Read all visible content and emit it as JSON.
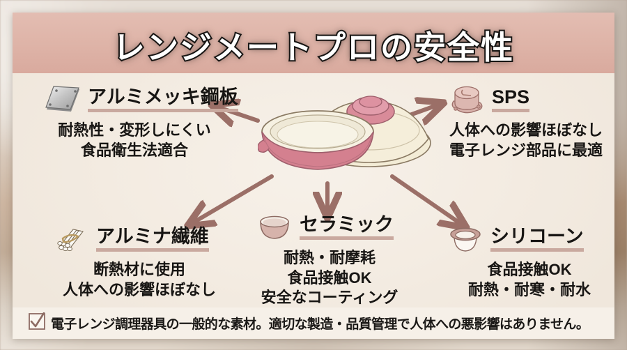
{
  "header": {
    "title": "レンジメートプロの安全性",
    "banner_color": "#dfb5a9",
    "title_color": "#ffffff",
    "title_outline_color": "#1d1a18"
  },
  "theme": {
    "card_background": "#f4ece3",
    "body_background": "#f3ebe1",
    "arrow_color": "#9b6f67",
    "underline_color": "#c9a99f",
    "text_color": "#171513",
    "pot_pink": "#d98b99",
    "lid_cream": "#f1ead3"
  },
  "center": {
    "illustration_name": "cooking-pot-with-lid",
    "description": "ピンク色の鍋とクリーム色のふた"
  },
  "blocks": [
    {
      "id": "aluminized-steel",
      "position": "top-left",
      "icon": "metal-plate-icon",
      "title": "アルミメッキ鋼板",
      "lines": [
        "耐熱性・変形しにくい",
        "食品衛生法適合"
      ]
    },
    {
      "id": "sps",
      "position": "top-right",
      "icon": "machine-part-icon",
      "title": "SPS",
      "lines": [
        "人体への影響ほぼなし",
        "電子レンジ部品に最適"
      ]
    },
    {
      "id": "alumina-fiber",
      "position": "bottom-left",
      "icon": "fiber-bundle-icon",
      "title": "アルミナ繊維",
      "lines": [
        "断熱材に使用",
        "人体への影響ほぼなし"
      ]
    },
    {
      "id": "ceramic",
      "position": "bottom-center",
      "icon": "ceramic-bowl-icon",
      "title": "セラミック",
      "lines": [
        "耐熱・耐摩耗",
        "食品接触OK",
        "安全なコーティング"
      ]
    },
    {
      "id": "silicone",
      "position": "bottom-right",
      "icon": "silicone-mold-icon",
      "title": "シリコーン",
      "lines": [
        "食品接触OK",
        "耐熱・耐寒・耐水"
      ]
    }
  ],
  "arrows": [
    {
      "name": "arrow-to-aluminized-steel",
      "direction": "up-left"
    },
    {
      "name": "arrow-to-sps",
      "direction": "up-right"
    },
    {
      "name": "arrow-to-alumina-fiber",
      "direction": "down-left"
    },
    {
      "name": "arrow-to-ceramic",
      "direction": "down"
    },
    {
      "name": "arrow-to-silicone",
      "direction": "down-right"
    }
  ],
  "footer": {
    "icon": "checkbox-checked-icon",
    "text": "電子レンジ調理器具の一般的な素材。適切な製造・品質管理で人体への悪影響はありません。"
  }
}
